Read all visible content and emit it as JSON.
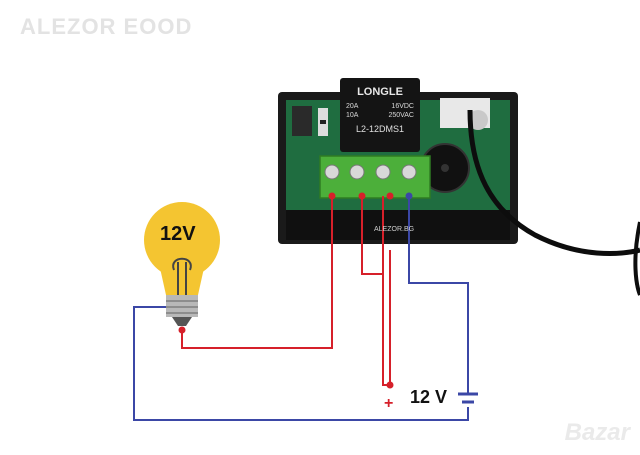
{
  "watermark": "ALEZOR EOOD",
  "brand_mark": "Bazar",
  "relay": {
    "brand": "LONGLE",
    "spec_left": [
      "20A",
      "10A"
    ],
    "spec_right": [
      "16VDC",
      "250VAC"
    ],
    "model": "L2-12DMS1"
  },
  "pcb_marking": "ALEZOR.BG",
  "bulb": {
    "label": "12V"
  },
  "power_supply": {
    "label": "12 V",
    "plus": "+"
  },
  "colors": {
    "red_wire": "#d6202a",
    "blue_wire": "#3b47a6",
    "pcb": "#1b6b3f",
    "terminal": "#4caf3a",
    "bulb": "#f4c531"
  }
}
